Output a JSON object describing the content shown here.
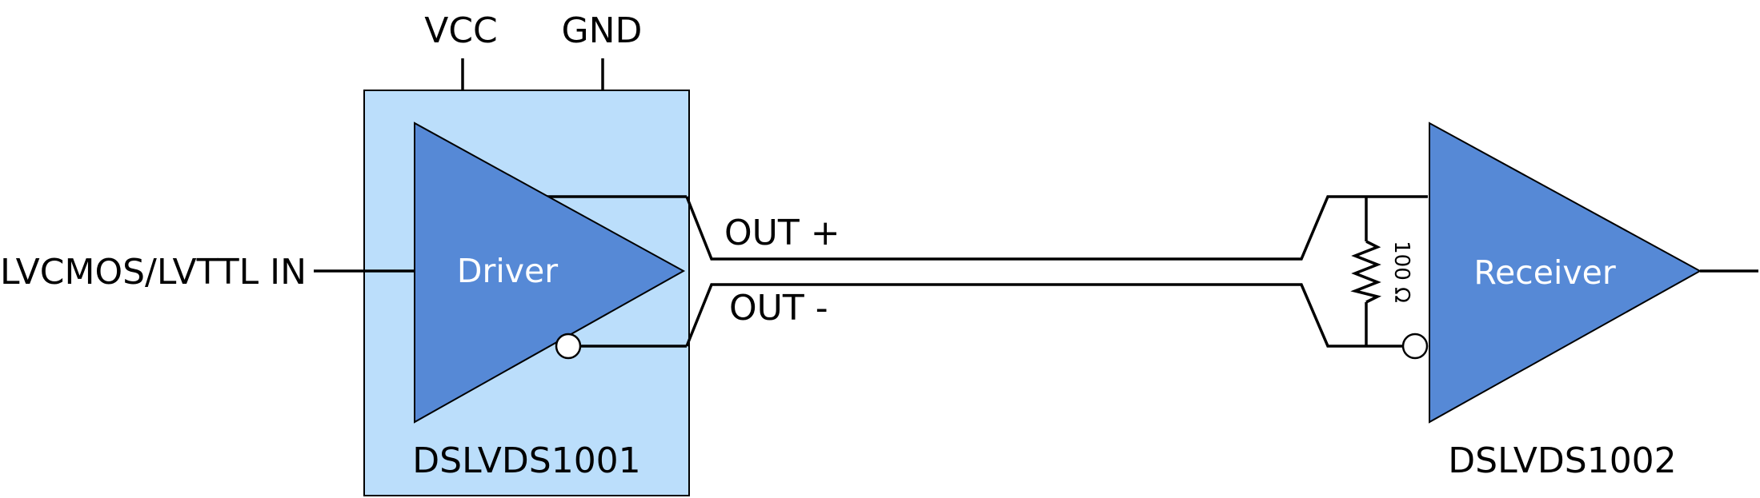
{
  "supply": {
    "vcc": "VCC",
    "gnd": "GND"
  },
  "input": {
    "label": "LVCMOS/LVTTL IN"
  },
  "driver": {
    "label": "Driver",
    "part": "DSLVDS1001"
  },
  "outputs": {
    "plus": "OUT +",
    "minus": "OUT -"
  },
  "termination": {
    "value": "100 Ω"
  },
  "receiver": {
    "label": "Receiver",
    "part": "DSLVDS1002"
  },
  "colors": {
    "package_fill": "#BBDEFB",
    "amplifier_fill": "#5689D6",
    "amplifier_text": "#FFFFFF",
    "wire": "#000000"
  }
}
